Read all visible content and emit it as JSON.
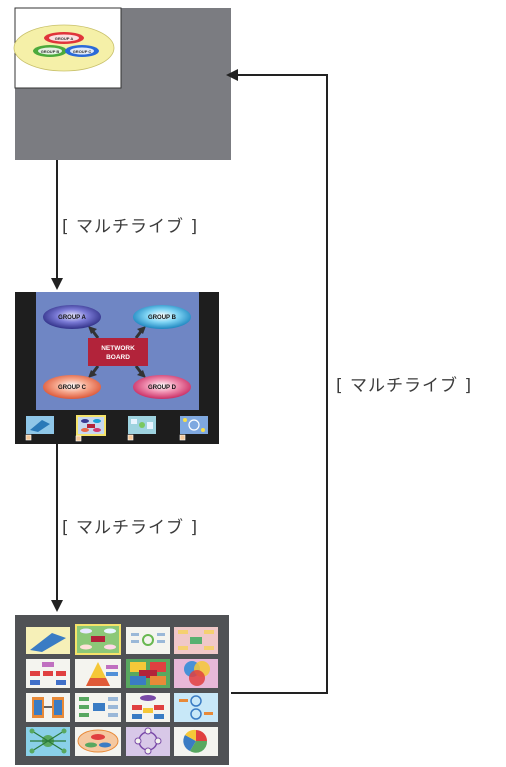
{
  "top_screen": {
    "mini_groups": [
      "GROUP A",
      "GROUP B",
      "GROUP C"
    ]
  },
  "middle_screen": {
    "center_label_line1": "NETWORK",
    "center_label_line2": "BOARD",
    "groups": [
      "GROUP A",
      "GROUP B",
      "GROUP C",
      "GROUP D"
    ],
    "thumbnail_count": 4,
    "selected_thumbnail_index": 1
  },
  "bottom_screen": {
    "grid_rows": 4,
    "grid_cols": 4
  },
  "labels": {
    "arrow_top_to_middle": "[ マルチライブ ]",
    "arrow_middle_to_bottom": "[ マルチライブ ]",
    "arrow_bottom_to_top": "[ マルチライブ ]"
  },
  "colors": {
    "screen_gray": "#7b7c81",
    "screen_dark": "#1e1e1e",
    "board_blue": "#6f86c4",
    "network_board_red": "#b2233a",
    "group_a": "#3a3a95",
    "group_b": "#1aa0d8",
    "group_c": "#e86a4a",
    "group_d": "#d23a6e"
  }
}
